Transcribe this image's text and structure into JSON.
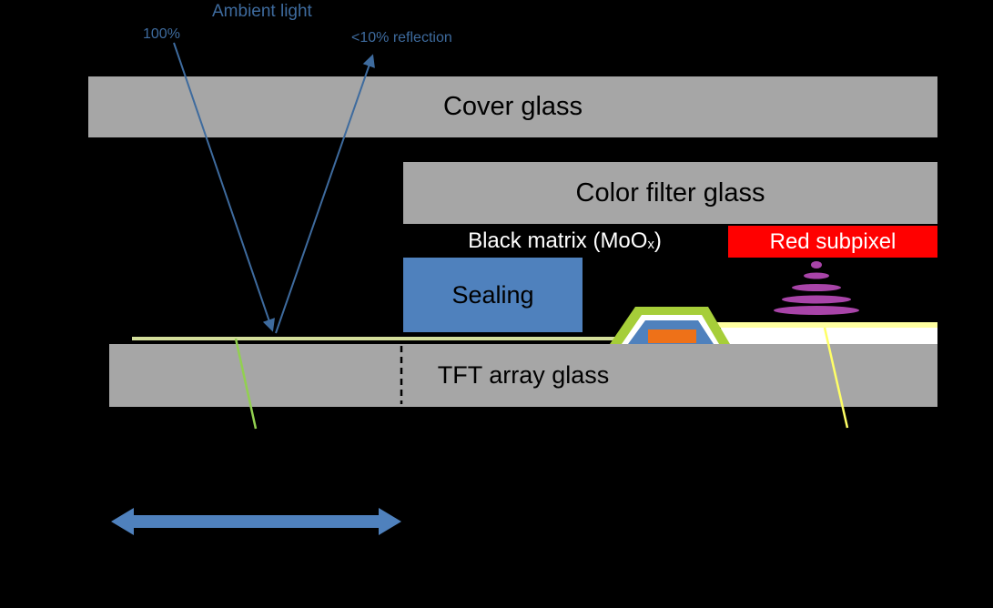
{
  "annotations": {
    "ambient_light": "Ambient light",
    "incident_percent": "100%",
    "reflection": "<10% reflection"
  },
  "layers": {
    "cover_glass": "Cover glass",
    "color_filter_glass": "Color filter glass",
    "black_matrix_prefix": "Black matrix (MoO",
    "black_matrix_subscript": "x",
    "black_matrix_suffix": ")",
    "red_subpixel": "Red subpixel",
    "sealing": "Sealing",
    "tft_array_glass": "TFT array glass"
  },
  "colors": {
    "background": "#000000",
    "glass_gray": "#a6a6a6",
    "steel_blue": "#4f81bd",
    "subpixel_red": "#ff0000",
    "annotation_blue": "#3e6b9e",
    "pale_green_layer": "#d3de9b",
    "bright_green": "#92d050",
    "pale_yellow_layer": "#ffffa0",
    "emission_purple": "#a844a8",
    "tft_orange": "#ee7118"
  }
}
